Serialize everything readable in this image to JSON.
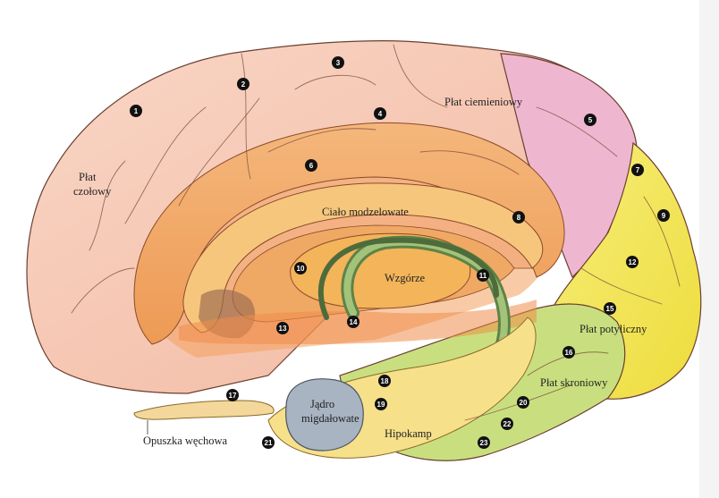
{
  "labels": {
    "frontal": [
      "Płat",
      "czołowy"
    ],
    "parietal": "Płat ciemieniowy",
    "corpus_callosum": "Ciało modzelowate",
    "thalamus": "Wzgórze",
    "occipital": "Płat potyliczny",
    "temporal": "Płat skroniowy",
    "amygdala": [
      "Jądro",
      "migdałowate"
    ],
    "hippocampus": "Hipokamp",
    "olfactory_bulb": "Opuszka węchowa"
  },
  "markers": [
    "1",
    "2",
    "3",
    "4",
    "5",
    "6",
    "7",
    "8",
    "9",
    "10",
    "11",
    "12",
    "13",
    "14",
    "15",
    "16",
    "17",
    "18",
    "19",
    "20",
    "21",
    "22",
    "23"
  ],
  "colors": {
    "frontal_lobe": "#f6c9b5",
    "parietal_lobe": "#eeb7cf",
    "occipital_lobe": "#f3e85a",
    "temporal_lobe": "#c9df7f",
    "cingulate": "#f1a767",
    "corpus_callosum": "#f6c67c",
    "thalamus": "#f3b45a",
    "fornix": "#8aa964",
    "amygdala": "#a8b4c2",
    "hippocampus": "#f6e08a",
    "marker": "#111111"
  }
}
